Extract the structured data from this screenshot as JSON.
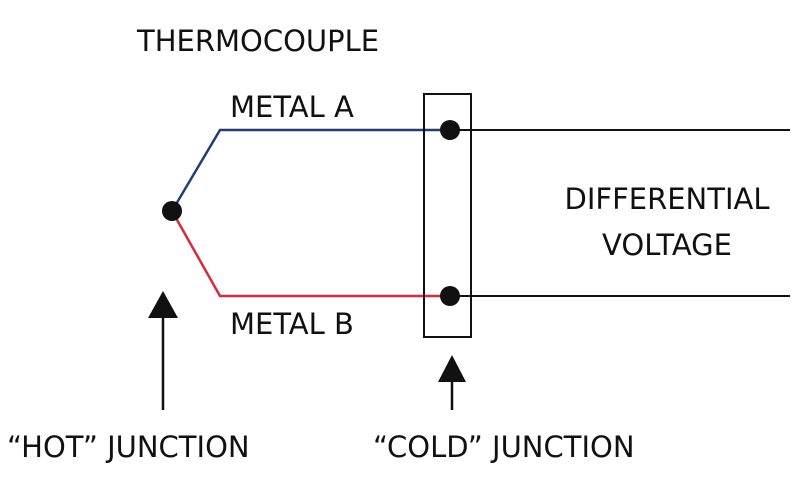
{
  "title": "THERMOCOUPLE",
  "wires": {
    "metal_a": {
      "label": "METAL A",
      "color": "#1f3f73"
    },
    "metal_b": {
      "label": "METAL B",
      "color": "#d8293e"
    }
  },
  "output_label": {
    "line1": "DIFFERENTIAL",
    "line2": "VOLTAGE"
  },
  "junctions": {
    "hot": {
      "label": "“HOT” JUNCTION"
    },
    "cold": {
      "label": "“COLD” JUNCTION"
    }
  },
  "colors": {
    "line": "#111111",
    "background": "#ffffff"
  }
}
